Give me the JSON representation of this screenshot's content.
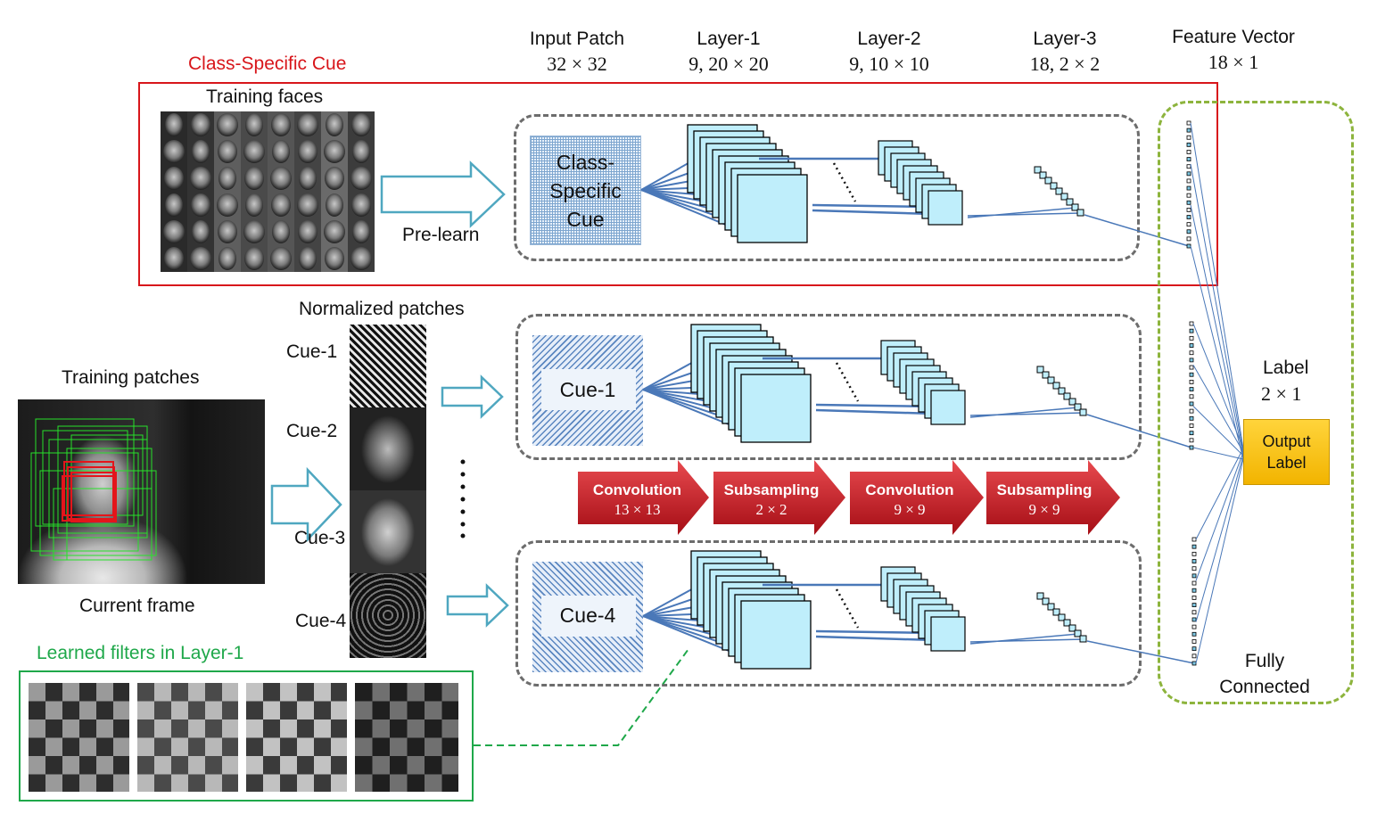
{
  "headers": {
    "input_patch": {
      "title": "Input Patch",
      "dims": "32 × 32"
    },
    "layer1": {
      "title": "Layer-1",
      "dims": "9, 20 × 20"
    },
    "layer2": {
      "title": "Layer-2",
      "dims": "9, 10 × 10"
    },
    "layer3": {
      "title": "Layer-3",
      "dims": "18, 2 × 2"
    },
    "feature_vector": {
      "title": "Feature Vector",
      "dims": "18 × 1"
    }
  },
  "class_specific": {
    "section_title": "Class-Specific Cue",
    "training_faces": "Training faces",
    "prelearn": "Pre-learn",
    "input_label_lines": [
      "Class-",
      "Specific",
      "Cue"
    ]
  },
  "left": {
    "normalized_patches": "Normalized patches",
    "training_patches": "Training patches",
    "current_frame": "Current frame",
    "cues": [
      "Cue-1",
      "Cue-2",
      "Cue-3",
      "Cue-4"
    ],
    "learned_filters": "Learned filters in Layer-1"
  },
  "rows": {
    "cue1_label": "Cue-1",
    "cue4_label": "Cue-4"
  },
  "operations": [
    {
      "name": "Convolution",
      "size": "13 × 13"
    },
    {
      "name": "Subsampling",
      "size": "2 × 2"
    },
    {
      "name": "Convolution",
      "size": "9 × 9"
    },
    {
      "name": "Subsampling",
      "size": "9 × 9"
    }
  ],
  "output": {
    "label_title": "Label",
    "label_dims": "2 × 1",
    "box_lines": [
      "Output",
      "Label"
    ],
    "fully_connected": [
      "Fully",
      "Connected"
    ]
  },
  "colors": {
    "red_frame": "#d8161b",
    "green_frame": "#1fa84a",
    "olive_dash": "#8db43d",
    "dash_gray": "#6d6d6d",
    "map_fill": "#bfeefb",
    "connection_blue": "#4a78b8",
    "arrow_outline": "#4fa7c0",
    "op_red": "#c1121b",
    "output_yellow": "#f6c21b"
  }
}
